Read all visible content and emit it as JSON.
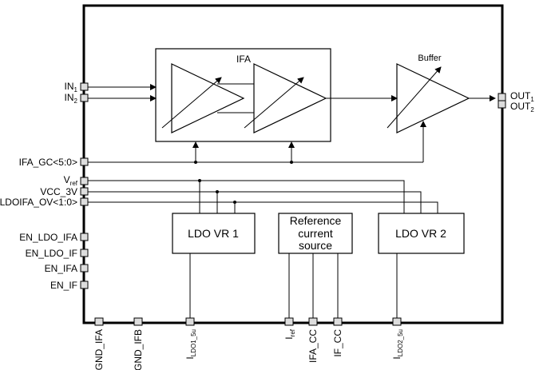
{
  "blocks": {
    "ifa": "IFA",
    "buffer": "Buffer",
    "ldo1": "LDO VR 1",
    "ldo2": "LDO VR 2",
    "ref_line1": "Reference",
    "ref_line2": "current",
    "ref_line3": "source"
  },
  "left_pins": {
    "in1": {
      "base": "IN",
      "sub": "1"
    },
    "in2": {
      "base": "IN",
      "sub": "2"
    },
    "ifa_gc": "IFA_GC<5:0>",
    "vref": {
      "base": "V",
      "sub": "ref"
    },
    "vcc": "VCC_3V",
    "ldoifa_ov": "LDOIFA_OV<1:0>",
    "en_ldo_ifa": "EN_LDO_IFA",
    "en_ldo_if": "EN_LDO_IF",
    "en_ifa": "EN_IFA",
    "en_if": "EN_IF"
  },
  "right_pins": {
    "out1": {
      "base": "OUT",
      "sub": "1"
    },
    "out2": {
      "base": "OUT",
      "sub": "2"
    }
  },
  "bottom_pins": {
    "gnd_ifa": "GND_IFA",
    "gnd_ifb": "GND_IFB",
    "i_ldo1": {
      "base": "I",
      "sub": "LDO1_5u"
    },
    "i_ref": {
      "base": "I",
      "sub": "ref"
    },
    "ifa_cc": "IFA_CC",
    "if_cc": "IF_CC",
    "i_ldo2": {
      "base": "I",
      "sub": "LDO2_5u"
    }
  }
}
